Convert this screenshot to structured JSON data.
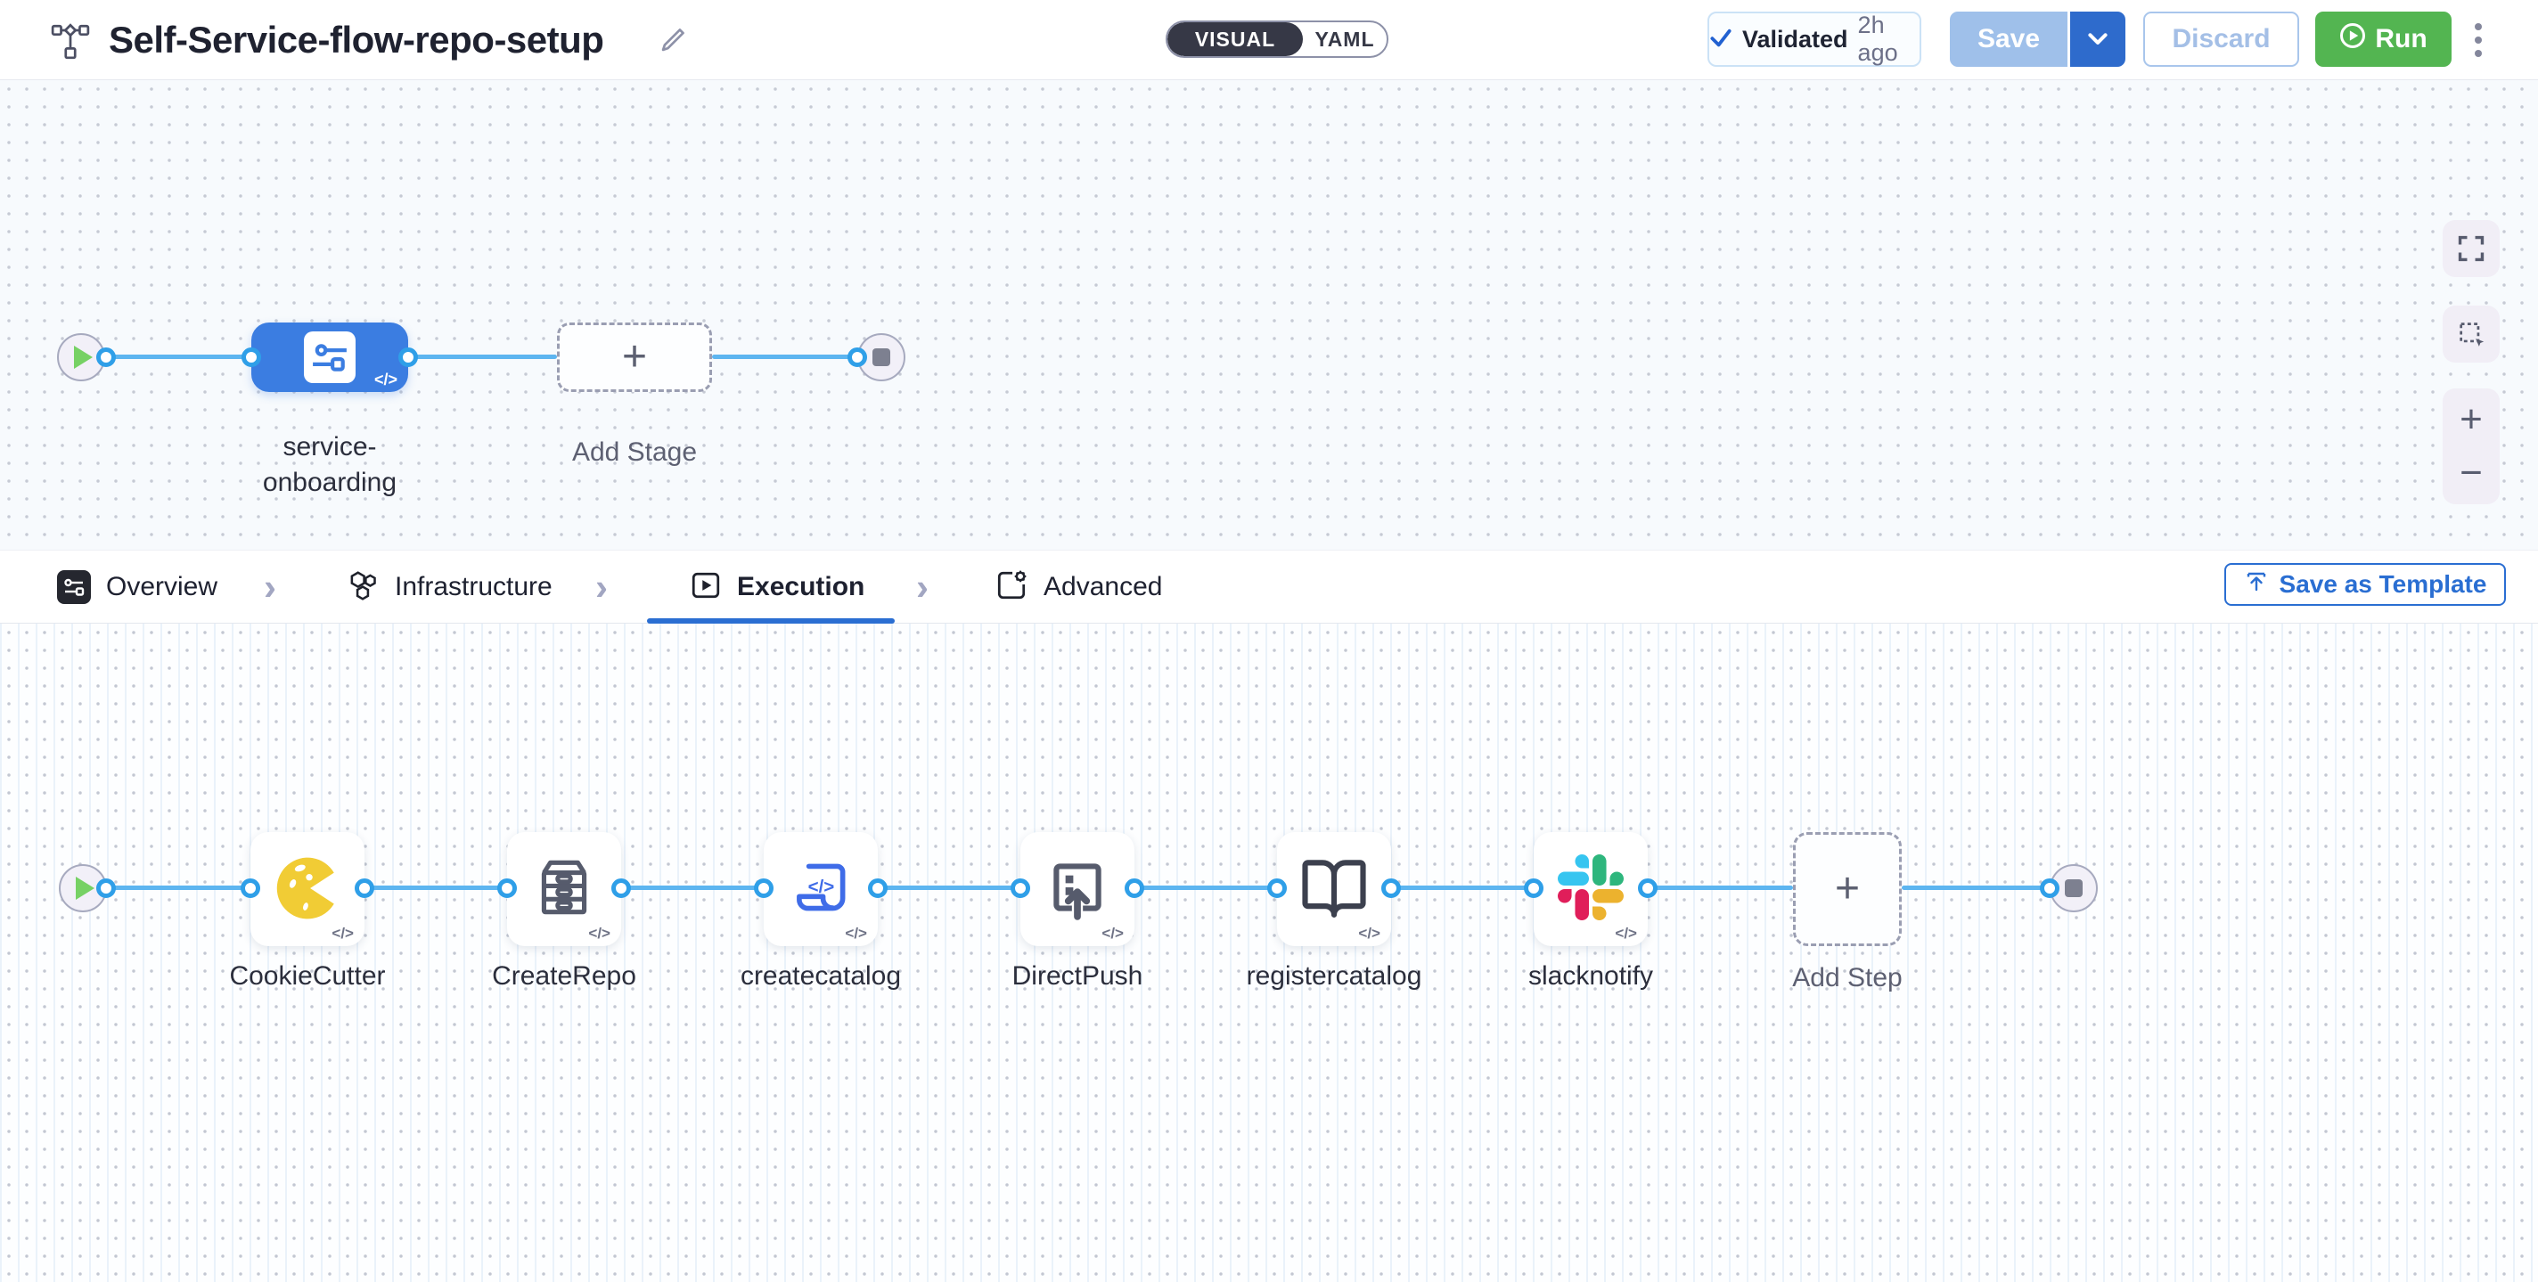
{
  "header": {
    "title": "Self-Service-flow-repo-setup",
    "visual_label": "VISUAL",
    "yaml_label": "YAML",
    "validated_label": "Validated",
    "validated_time": "2h ago",
    "save_label": "Save",
    "discard_label": "Discard",
    "run_label": "Run"
  },
  "stage_canvas": {
    "stage_name": "service-onboarding",
    "add_stage_label": "Add Stage",
    "plus": "+"
  },
  "tabs": {
    "overview": "Overview",
    "infrastructure": "Infrastructure",
    "execution": "Execution",
    "advanced": "Advanced",
    "separator": "›",
    "save_as_template": "Save as Template"
  },
  "execution_canvas": {
    "steps": [
      {
        "label": "CookieCutter",
        "icon": "cookiecutter-pacman-icon"
      },
      {
        "label": "CreateRepo",
        "icon": "drawer-cabinet-icon"
      },
      {
        "label": "createcatalog",
        "icon": "code-scroll-icon"
      },
      {
        "label": "DirectPush",
        "icon": "push-upload-icon"
      },
      {
        "label": "registercatalog",
        "icon": "open-book-icon"
      },
      {
        "label": "slacknotify",
        "icon": "slack-icon"
      }
    ],
    "add_step_label": "Add Step",
    "plus": "+"
  },
  "badges": {
    "code_toggle": "</>"
  },
  "zoom_controls": {
    "zoom_in": "+",
    "zoom_out": "−"
  },
  "colors": {
    "accent_blue": "#2a6ed2",
    "node_blue": "#3b7de1",
    "connector_ring": "#2f9fe8",
    "edge_blue": "#5db5f0",
    "run_green": "#53b551",
    "save_disabled_blue": "#9fc0ea",
    "toggle_dark": "#363846"
  }
}
